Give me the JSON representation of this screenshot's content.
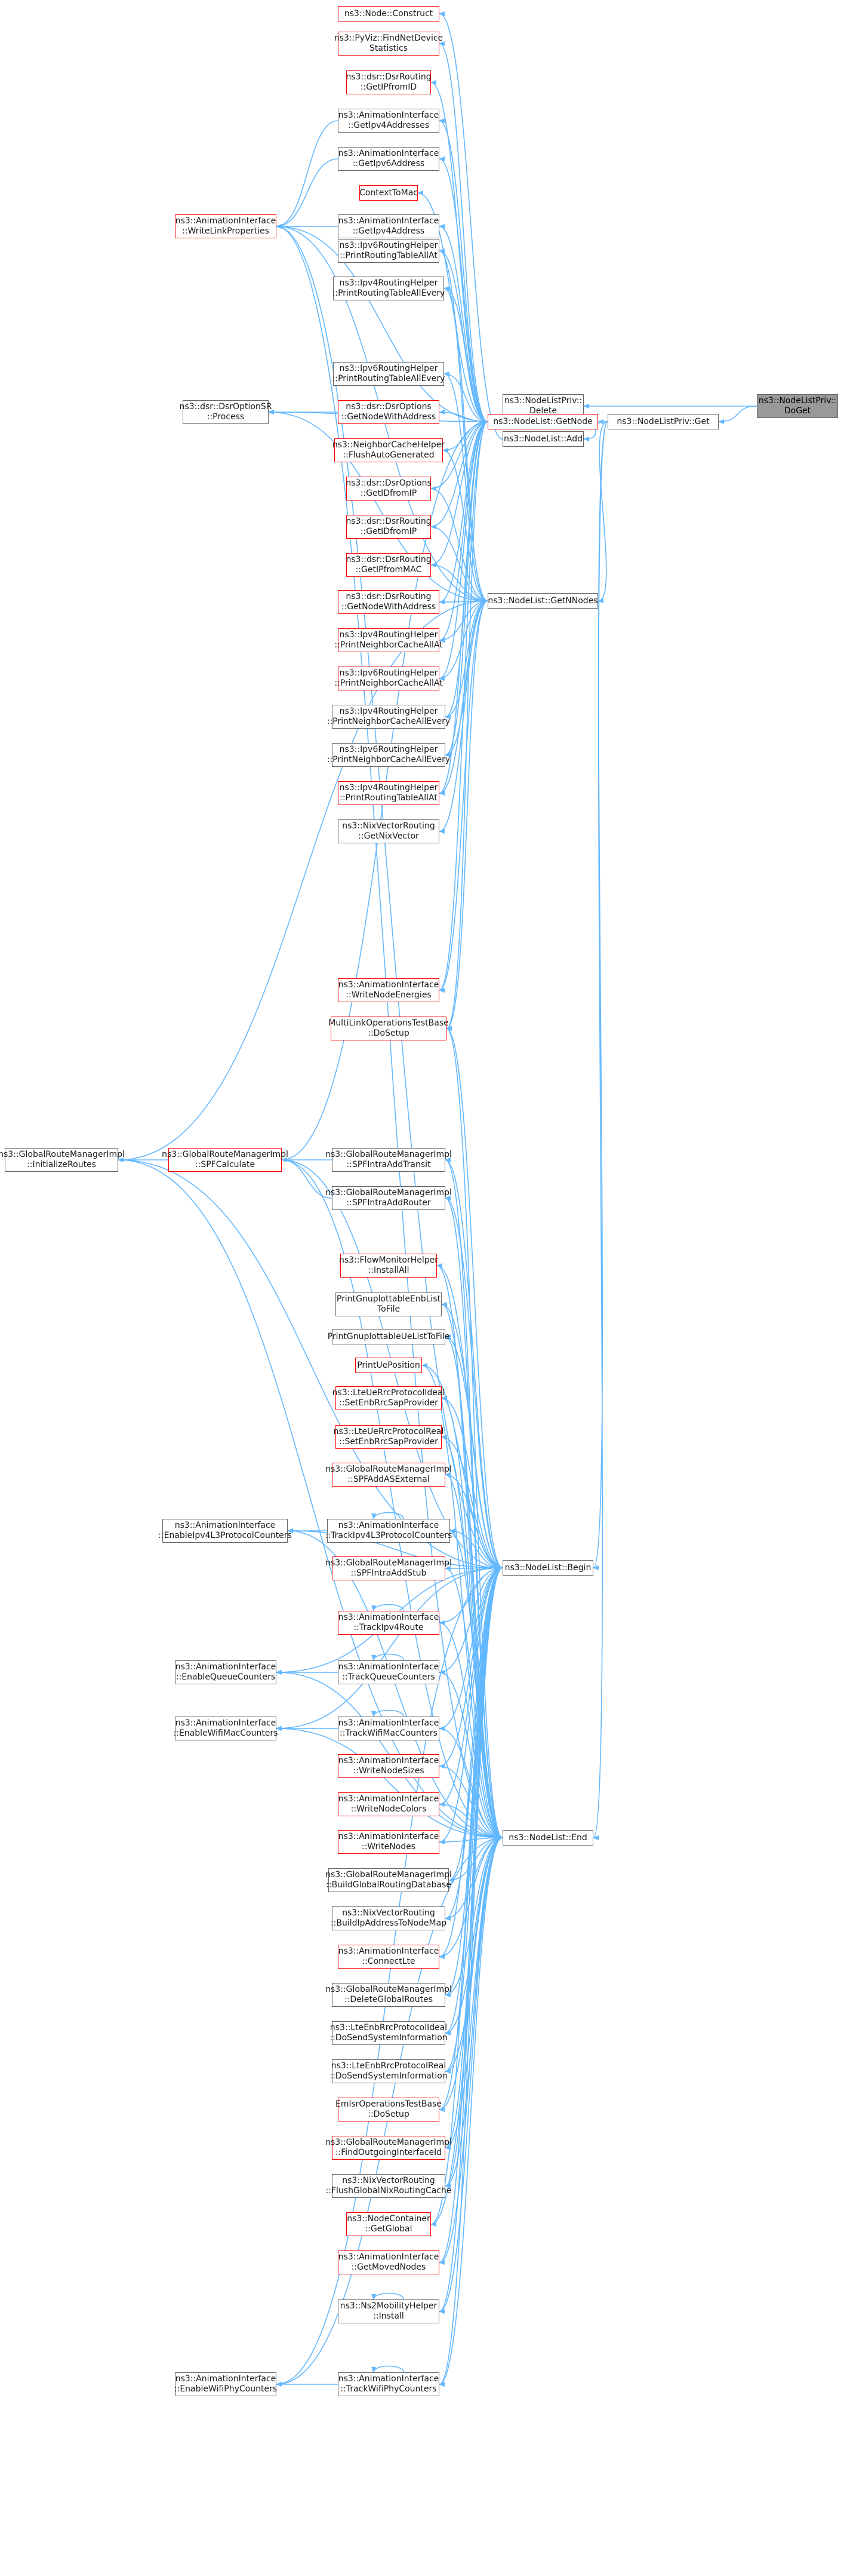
{
  "colors": {
    "edge": "#63b8ff",
    "node_border": "#666666",
    "node_border_red": "#ff0000",
    "highlight_fill": "#999999"
  },
  "nodes": {
    "doget": [
      "ns3::NodeListPriv::",
      "DoGet"
    ],
    "delete": [
      "ns3::NodeListPriv::",
      "Delete"
    ],
    "get": [
      "ns3::NodeListPriv::Get"
    ],
    "add": [
      "ns3::NodeList::Add"
    ],
    "getnode": [
      "ns3::NodeList::GetNode"
    ],
    "getnnodes": [
      "ns3::NodeList::GetNNodes"
    ],
    "begin": [
      "ns3::NodeList::Begin"
    ],
    "end": [
      "ns3::NodeList::End"
    ],
    "node_construct": [
      "ns3::Node::Construct"
    ],
    "pyviz": [
      "ns3::PyViz::FindNetDevice",
      "Statistics"
    ],
    "dsr_getipfromid": [
      "ns3::dsr::DsrRouting",
      "::GetIPfromID"
    ],
    "anim_ipv4addrs": [
      "ns3::AnimationInterface",
      "::GetIpv4Addresses"
    ],
    "anim_ipv6addr": [
      "ns3::AnimationInterface",
      "::GetIpv6Address"
    ],
    "anim_writelinkprops": [
      "ns3::AnimationInterface",
      "::WriteLinkProperties"
    ],
    "contexttomac": [
      "ContextToMac"
    ],
    "anim_ipv4addr": [
      "ns3::AnimationInterface",
      "::GetIpv4Address"
    ],
    "ipv6_printrtallat": [
      "ns3::Ipv6RoutingHelper",
      "::PrintRoutingTableAllAt"
    ],
    "ipv4_printrtallevery": [
      "ns3::Ipv4RoutingHelper",
      "::PrintRoutingTableAllEvery"
    ],
    "ipv6_printrtallevery": [
      "ns3::Ipv6RoutingHelper",
      "::PrintRoutingTableAllEvery"
    ],
    "dsroptionsr_process": [
      "ns3::dsr::DsrOptionSR",
      "::Process"
    ],
    "dsroptions_getnodewithaddr": [
      "ns3::dsr::DsrOptions",
      "::GetNodeWithAddress"
    ],
    "neighborcache_flush": [
      "ns3::NeighborCacheHelper",
      "::FlushAutoGenerated"
    ],
    "dsroptions_getidfromip": [
      "ns3::dsr::DsrOptions",
      "::GetIDfromIP"
    ],
    "dsrrouting_getidfromip": [
      "ns3::dsr::DsrRouting",
      "::GetIDfromIP"
    ],
    "dsrrouting_getipfrommac": [
      "ns3::dsr::DsrRouting",
      "::GetIPfromMAC"
    ],
    "dsrrouting_getnodewithaddr": [
      "ns3::dsr::DsrRouting",
      "::GetNodeWithAddress"
    ],
    "ipv4_printnbcallat": [
      "ns3::Ipv4RoutingHelper",
      "::PrintNeighborCacheAllAt"
    ],
    "ipv6_printnbcallat": [
      "ns3::Ipv6RoutingHelper",
      "::PrintNeighborCacheAllAt"
    ],
    "ipv4_printnbcallevery": [
      "ns3::Ipv4RoutingHelper",
      "::PrintNeighborCacheAllEvery"
    ],
    "ipv6_printnbcallevery": [
      "ns3::Ipv6RoutingHelper",
      "::PrintNeighborCacheAllEvery"
    ],
    "ipv4_printrtallat": [
      "ns3::Ipv4RoutingHelper",
      "::PrintRoutingTableAllAt"
    ],
    "nixvector_getnixvector": [
      "ns3::NixVectorRouting",
      "::GetNixVector"
    ],
    "grm_initializeroutes": [
      "ns3::GlobalRouteManagerImpl",
      "::InitializeRoutes"
    ],
    "anim_writenodeenergies": [
      "ns3::AnimationInterface",
      "::WriteNodeEnergies"
    ],
    "mlo_dosetup": [
      "MultiLinkOperationsTestBase",
      "::DoSetup"
    ],
    "grm_spfcalculate": [
      "ns3::GlobalRouteManagerImpl",
      "::SPFCalculate"
    ],
    "grm_spfintraaddtransit": [
      "ns3::GlobalRouteManagerImpl",
      "::SPFIntraAddTransit"
    ],
    "grm_spfintraaddrouter": [
      "ns3::GlobalRouteManagerImpl",
      "::SPFIntraAddRouter"
    ],
    "flowmon_installall": [
      "ns3::FlowMonitorHelper",
      "::InstallAll"
    ],
    "printgnuplot_enblist": [
      "PrintGnuplottableEnbList",
      "ToFile"
    ],
    "printgnuplot_uelist": [
      "PrintGnuplottableUeListToFile"
    ],
    "printueposition": [
      "PrintUePosition"
    ],
    "lte_ideal_setenbrrc": [
      "ns3::LteUeRrcProtocolIdeal",
      "::SetEnbRrcSapProvider"
    ],
    "lte_real_setenbrrc": [
      "ns3::LteUeRrcProtocolReal",
      "::SetEnbRrcSapProvider"
    ],
    "grm_spfaddasexternal": [
      "ns3::GlobalRouteManagerImpl",
      "::SPFAddASExternal"
    ],
    "anim_enableipv4l3": [
      "ns3::AnimationInterface",
      "::EnableIpv4L3ProtocolCounters"
    ],
    "anim_trackipv4l3": [
      "ns3::AnimationInterface",
      "::TrackIpv4L3ProtocolCounters"
    ],
    "grm_spfintraaddstub": [
      "ns3::GlobalRouteManagerImpl",
      "::SPFIntraAddStub"
    ],
    "anim_trackipv4route": [
      "ns3::AnimationInterface",
      "::TrackIpv4Route"
    ],
    "anim_enablequeue": [
      "ns3::AnimationInterface",
      "::EnableQueueCounters"
    ],
    "anim_trackqueue": [
      "ns3::AnimationInterface",
      "::TrackQueueCounters"
    ],
    "anim_enablewifimac": [
      "ns3::AnimationInterface",
      "::EnableWifiMacCounters"
    ],
    "anim_trackwifimac": [
      "ns3::AnimationInterface",
      "::TrackWifiMacCounters"
    ],
    "anim_writenodesizes": [
      "ns3::AnimationInterface",
      "::WriteNodeSizes"
    ],
    "anim_writenodecolors": [
      "ns3::AnimationInterface",
      "::WriteNodeColors"
    ],
    "anim_writenodes": [
      "ns3::AnimationInterface",
      "::WriteNodes"
    ],
    "grm_buildglobalrdb": [
      "ns3::GlobalRouteManagerImpl",
      "::BuildGlobalRoutingDatabase"
    ],
    "nixvector_buildipaddr": [
      "ns3::NixVectorRouting",
      "::BuildIpAddressToNodeMap"
    ],
    "anim_connectlte": [
      "ns3::AnimationInterface",
      "::ConnectLte"
    ],
    "grm_deleteglobalroutes": [
      "ns3::GlobalRouteManagerImpl",
      "::DeleteGlobalRoutes"
    ],
    "lte_enbideal_dosend": [
      "ns3::LteEnbRrcProtocolIdeal",
      "::DoSendSystemInformation"
    ],
    "lte_enbreal_dosend": [
      "ns3::LteEnbRrcProtocolReal",
      "::DoSendSystemInformation"
    ],
    "emlsr_dosetup": [
      "EmlsrOperationsTestBase",
      "::DoSetup"
    ],
    "grm_findoutgoingif": [
      "ns3::GlobalRouteManagerImpl",
      "::FindOutgoingInterfaceId"
    ],
    "nixvector_flushglobal": [
      "ns3::NixVectorRouting",
      "::FlushGlobalNixRoutingCache"
    ],
    "nodecontainer_getglobal": [
      "ns3::NodeContainer",
      "::GetGlobal"
    ],
    "anim_getmovednodes": [
      "ns3::AnimationInterface",
      "::GetMovedNodes"
    ],
    "ns2mobility_install": [
      "ns3::Ns2MobilityHelper",
      "::Install"
    ],
    "anim_enablewifiphy": [
      "ns3::AnimationInterface",
      "::EnableWifiPhyCounters"
    ],
    "anim_trackwifiphy": [
      "ns3::AnimationInterface",
      "::TrackWifiPhyCounters"
    ]
  }
}
